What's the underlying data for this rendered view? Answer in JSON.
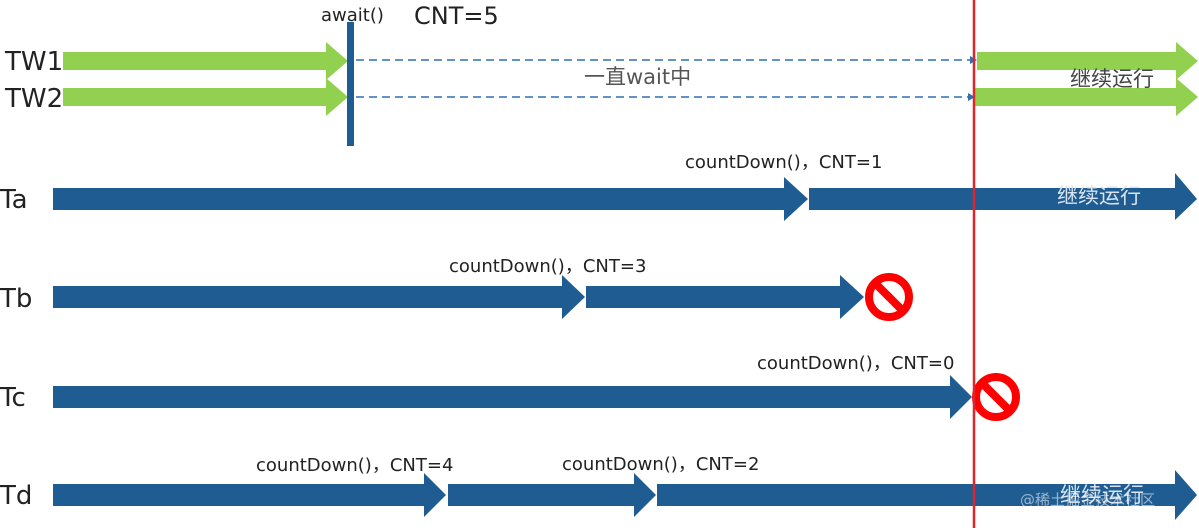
{
  "threads": {
    "tw1": "TW1",
    "tw2": "TW2",
    "ta": "Ta",
    "tb": "Tb",
    "tc": "Tc",
    "td": "Td"
  },
  "labels": {
    "await": "await()",
    "cnt_init": "CNT=5",
    "waiting": "一直wait中",
    "continue": "继续运行",
    "ta_countdown": "countDown()，CNT=1",
    "tb_countdown": "countDown()，CNT=3",
    "tc_countdown": "countDown()，CNT=0",
    "td_countdown_1": "countDown()，CNT=4",
    "td_countdown_2": "countDown()，CNT=2"
  },
  "watermark": "@稀土掘金技术社区",
  "colors": {
    "waiting_thread": "#92d050",
    "worker_thread": "#1f5c91",
    "release_line": "#e0262a",
    "stop_sign": "#ff0000",
    "dashed": "#2e6fb5"
  },
  "icons": {
    "stop": "no-entry-icon"
  }
}
